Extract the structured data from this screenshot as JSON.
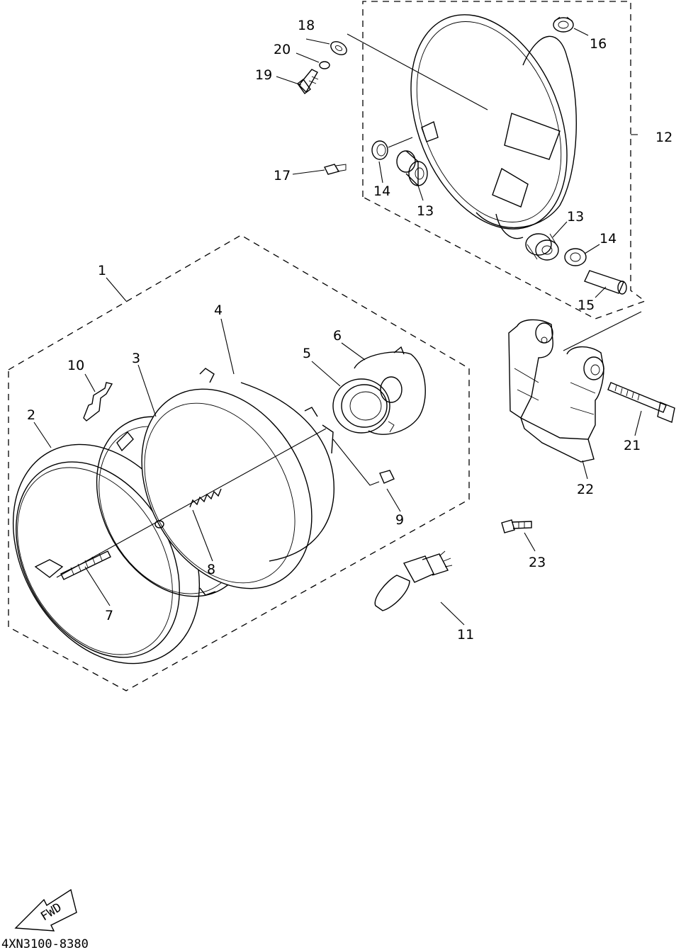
{
  "diagram_code": "4XN3100-8380",
  "fwd_label": "FWD",
  "callouts": {
    "c1": "1",
    "c2": "2",
    "c3": "3",
    "c4": "4",
    "c5": "5",
    "c6": "6",
    "c7": "7",
    "c8": "8",
    "c9": "9",
    "c10": "10",
    "c11": "11",
    "c12": "12",
    "c13a": "13",
    "c13b": "13",
    "c14a": "14",
    "c14b": "14",
    "c15": "15",
    "c16": "16",
    "c17": "17",
    "c18": "18",
    "c19": "19",
    "c20": "20",
    "c21": "21",
    "c22": "22",
    "c23": "23"
  }
}
